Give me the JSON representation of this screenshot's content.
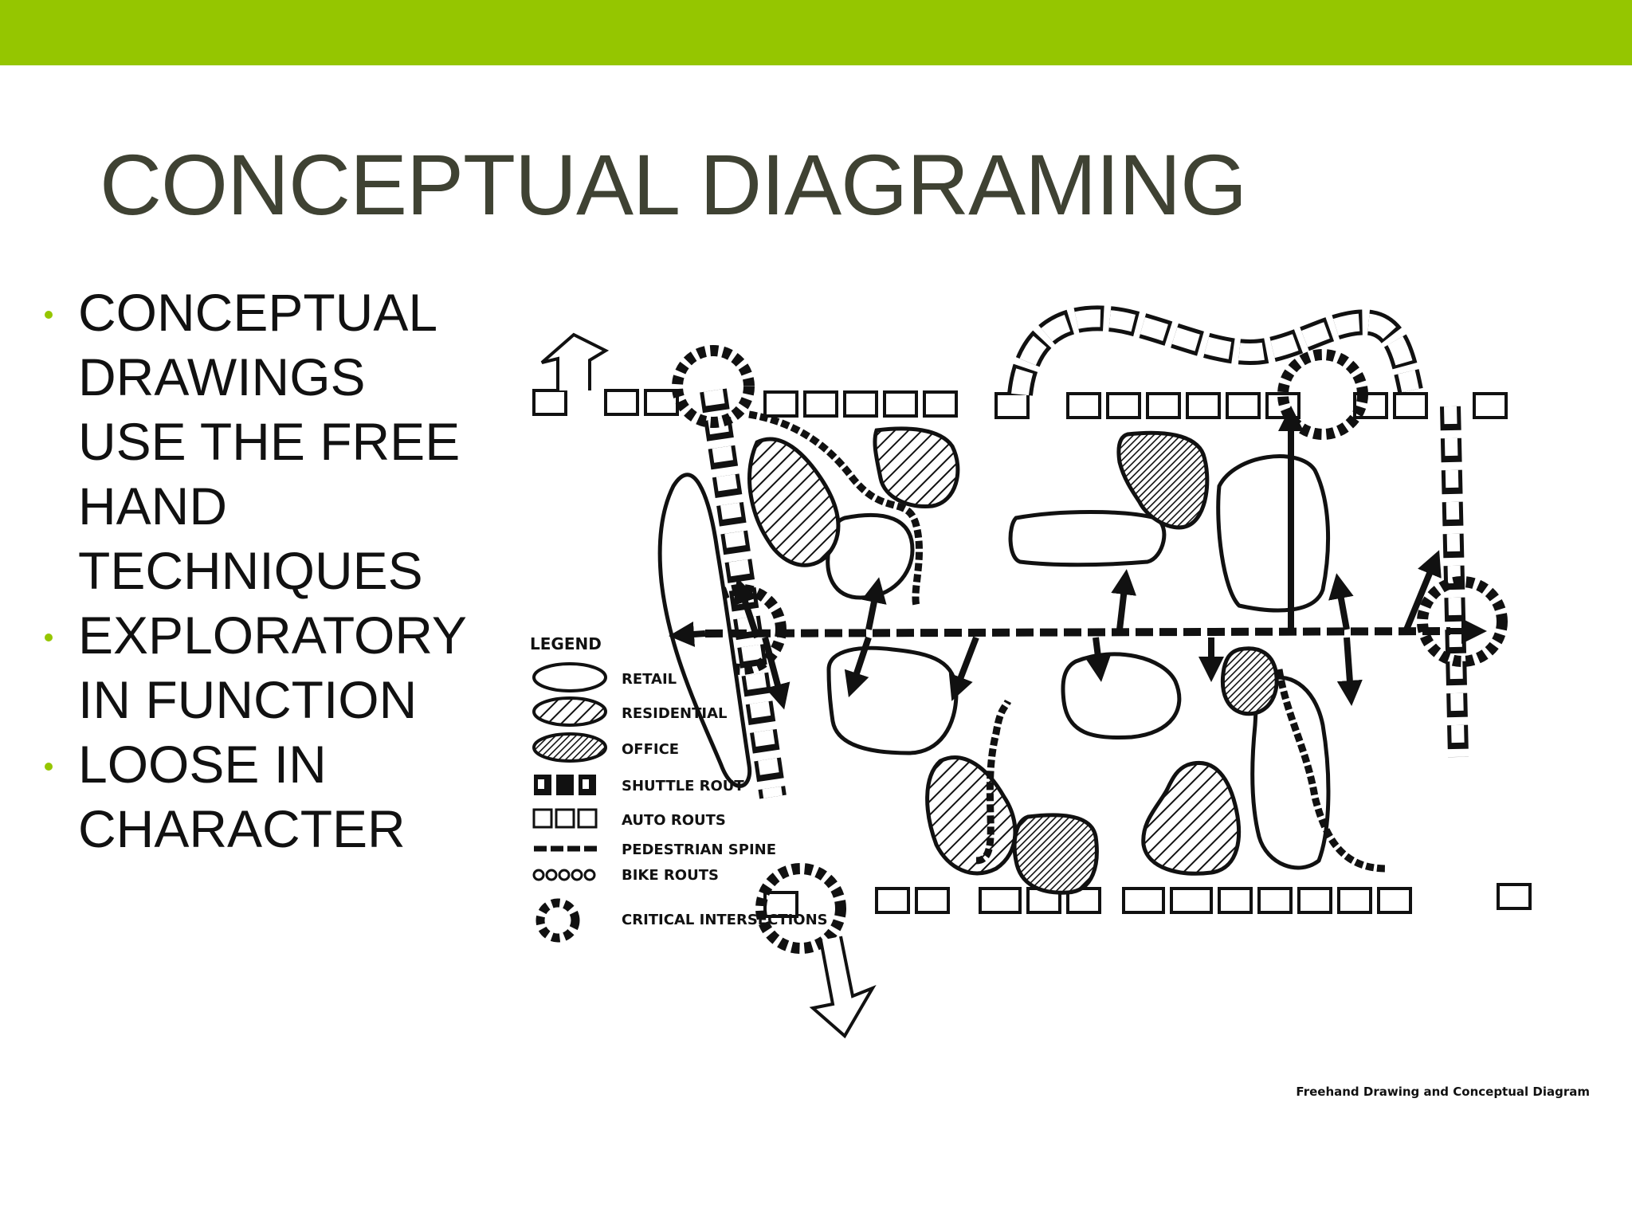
{
  "slide": {
    "accent_color": "#95c600",
    "title_color": "#3f4233",
    "title": "CONCEPTUAL DIAGRAMING",
    "bullets": [
      {
        "lines": [
          "CONCEPTUAL",
          "DRAWINGS",
          "USE THE FREE",
          "HAND",
          "TECHNIQUES"
        ]
      },
      {
        "lines": [
          "EXPLORATORY",
          "IN FUNCTION"
        ]
      },
      {
        "lines": [
          "LOOSE IN",
          "CHARACTER"
        ]
      }
    ]
  },
  "figure": {
    "legend": {
      "heading": "LEGEND",
      "items": [
        {
          "symbol": "retail",
          "label": "RETAIL"
        },
        {
          "symbol": "residential",
          "label": "RESIDENTIAL"
        },
        {
          "symbol": "office",
          "label": "OFFICE"
        },
        {
          "symbol": "shuttle-route",
          "label": "SHUTTLE ROUT"
        },
        {
          "symbol": "auto-route",
          "label": "AUTO ROUTS"
        },
        {
          "symbol": "pedestrian-spine",
          "label": "PEDESTRIAN SPINE"
        },
        {
          "symbol": "bike-route",
          "label": "BIKE ROUTS"
        },
        {
          "symbol": "critical-intersection",
          "label": "CRITICAL INTERSECTIONS"
        }
      ]
    },
    "caption": "Freehand Drawing and Conceptual Diagram"
  }
}
